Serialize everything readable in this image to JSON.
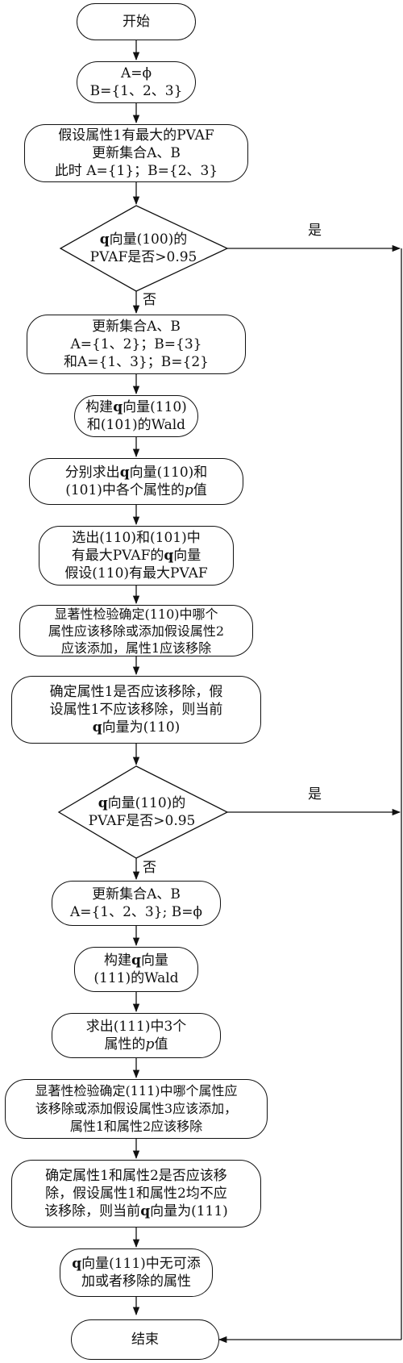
{
  "steps": {
    "start": "开始",
    "init": [
      "A=ϕ",
      "B={1、2、3}"
    ],
    "assume1": [
      "假设属性1有最大的PVAF",
      "更新集合A、B",
      "此时 A={1}；B={2、3}"
    ],
    "update2": [
      "更新集合A、B",
      "A={1、2}；B={3}",
      "和A={1、3}；B={2}"
    ],
    "build2": {
      "q": "q",
      "line1_pre": "构建",
      "line1_post": "向量(110)",
      "line2": "和(101)的Wald"
    },
    "pvals2": {
      "q": "q",
      "p": "p",
      "line1_pre": "分别求出",
      "line1_post": "向量(110)和",
      "line2_pre": "(101)中各个属性的",
      "line2_post": "值"
    },
    "select": {
      "q": "q",
      "line1": "选出(110)和(101)中",
      "line2_pre": "有最大PVAF的",
      "line2_post": "向量",
      "line3": "假设(110)有最大PVAF"
    },
    "test2": [
      "显著性检验确定(110)中哪个",
      "属性应该移除或添加假设属性2",
      "应该添加，属性1应该移除"
    ],
    "confirm1": {
      "q": "q",
      "line1": "确定属性1是否应该移除，假",
      "line2": "设属性1不应该移除，则当前",
      "line3_post": "向量为(110)"
    },
    "update3": [
      "更新集合A、B",
      "A={1、2、3}; B=ϕ"
    ],
    "build3": {
      "q": "q",
      "line1_pre": "构建",
      "line1_post": "向量",
      "line2": "(111)的Wald"
    },
    "pvals3": {
      "p": "p",
      "line1": "求出(111)中3个",
      "line2_pre": "属性的",
      "line2_post": "值"
    },
    "test3": [
      "显著性检验确定(111)中哪个属性应",
      "该移除或添加假设属性3应该添加，",
      "属性1和属性2应该移除"
    ],
    "confirm2": {
      "q": "q",
      "line1": "确定属性1和属性2是否应该移",
      "line2": "除，假设属性1和属性2均不应",
      "line3_pre": "该移除，则当前",
      "line3_post": "向量为(111)"
    },
    "final_check": {
      "q": "q",
      "line1_post": "向量(111)中无可添",
      "line2": "加或者移除的属性"
    },
    "end": "结束"
  },
  "decisions": {
    "d1": {
      "q": "q",
      "line1_post": "向量(100)的",
      "line2": "PVAF是否>0.95"
    },
    "d2": {
      "q": "q",
      "line1_post": "向量(110)的",
      "line2": "PVAF是否>0.95"
    }
  },
  "labels": {
    "yes1": "是",
    "no1": "否",
    "yes2": "是",
    "no2": "否"
  }
}
